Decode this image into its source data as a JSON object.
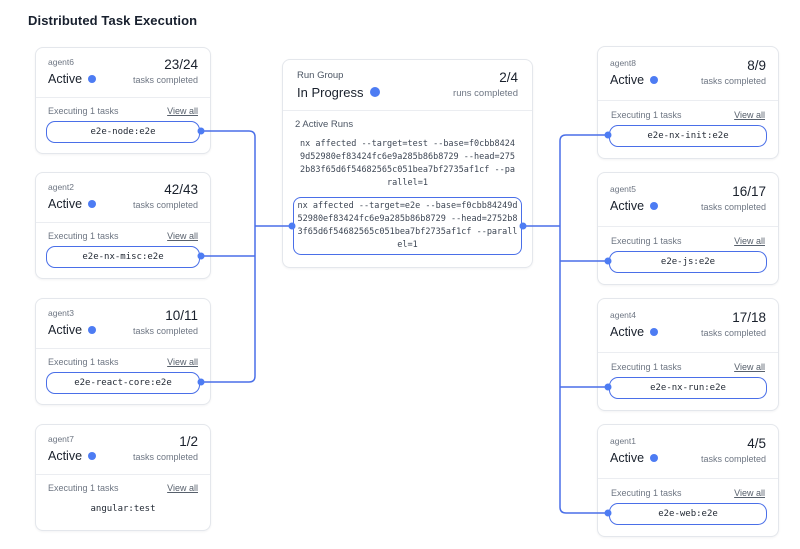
{
  "colors": {
    "accent": "#4a6fe8",
    "dot": "#4d7cf3"
  },
  "page": {
    "title": "Distributed Task Execution"
  },
  "run_group": {
    "label": "Run Group",
    "status": "In Progress",
    "progress": "2/4",
    "progress_caption": "runs completed",
    "active_runs_label": "2 Active Runs",
    "runs": [
      {
        "command": "nx affected --target=test --base=f0cbb84249d52980ef83424fc6e9a285b86b8729 --head=2752b83f65d6f54682565c051bea7bf2735af1cf --parallel=1"
      },
      {
        "command": "nx affected --target=e2e --base=f0cbb84249d52980ef83424fc6e9a285b86b8729 --head=2752b83f65d6f54682565c051bea7bf2735af1cf --parallel=1"
      }
    ]
  },
  "agents_left": [
    {
      "name": "agent6",
      "status": "Active",
      "progress": "23/24",
      "progress_caption": "tasks completed",
      "executing_label": "Executing 1 tasks",
      "view_all_label": "View all",
      "task": "e2e-node:e2e"
    },
    {
      "name": "agent2",
      "status": "Active",
      "progress": "42/43",
      "progress_caption": "tasks completed",
      "executing_label": "Executing 1 tasks",
      "view_all_label": "View all",
      "task": "e2e-nx-misc:e2e"
    },
    {
      "name": "agent3",
      "status": "Active",
      "progress": "10/11",
      "progress_caption": "tasks completed",
      "executing_label": "Executing 1 tasks",
      "view_all_label": "View all",
      "task": "e2e-react-core:e2e"
    },
    {
      "name": "agent7",
      "status": "Active",
      "progress": "1/2",
      "progress_caption": "tasks completed",
      "executing_label": "Executing 1 tasks",
      "view_all_label": "View all",
      "task": "angular:test"
    }
  ],
  "agents_right": [
    {
      "name": "agent8",
      "status": "Active",
      "progress": "8/9",
      "progress_caption": "tasks completed",
      "executing_label": "Executing 1 tasks",
      "view_all_label": "View all",
      "task": "e2e-nx-init:e2e"
    },
    {
      "name": "agent5",
      "status": "Active",
      "progress": "16/17",
      "progress_caption": "tasks completed",
      "executing_label": "Executing 1 tasks",
      "view_all_label": "View all",
      "task": "e2e-js:e2e"
    },
    {
      "name": "agent4",
      "status": "Active",
      "progress": "17/18",
      "progress_caption": "tasks completed",
      "executing_label": "Executing 1 tasks",
      "view_all_label": "View all",
      "task": "e2e-nx-run:e2e"
    },
    {
      "name": "agent1",
      "status": "Active",
      "progress": "4/5",
      "progress_caption": "tasks completed",
      "executing_label": "Executing 1 tasks",
      "view_all_label": "View all",
      "task": "e2e-web:e2e"
    }
  ],
  "connections": {
    "agents_to_run_group": [
      "agent6",
      "agent2",
      "agent3"
    ],
    "run_group_to_agents": [
      "agent8",
      "agent5",
      "agent4",
      "agent1"
    ]
  }
}
